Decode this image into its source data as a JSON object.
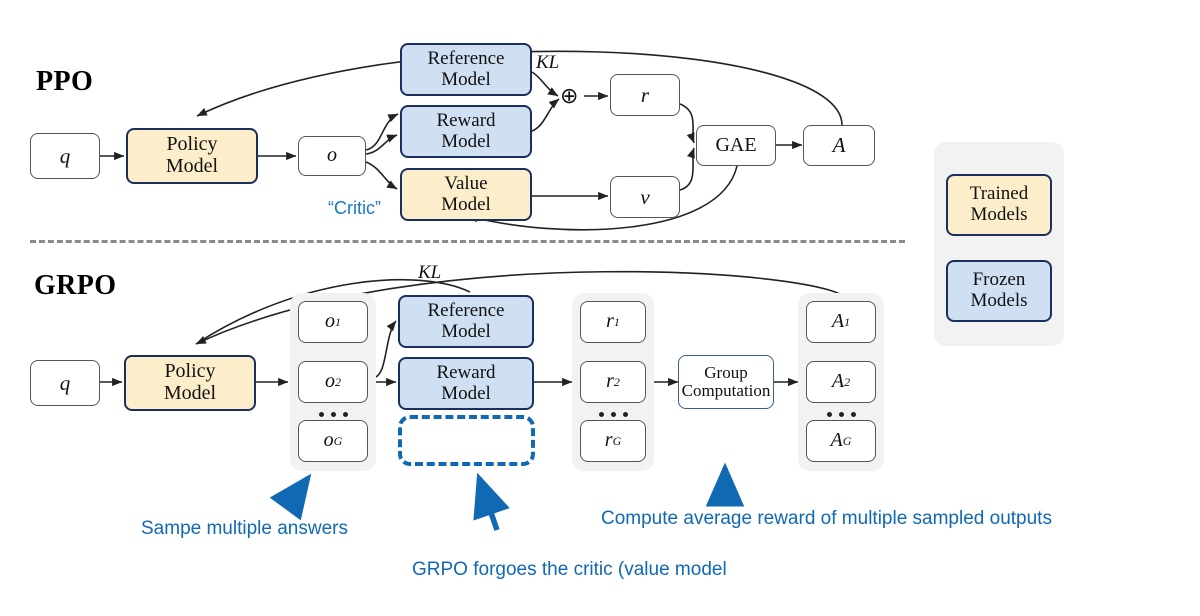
{
  "figure": {
    "title_ppo": "PPO",
    "title_grpo": "GRPO"
  },
  "ppo": {
    "query_box": "q",
    "policy_model": "Policy\nModel",
    "policy_model_l1": "Policy",
    "policy_model_l2": "Model",
    "output_box": "o",
    "reference_model_l1": "Reference",
    "reference_model_l2": "Model",
    "reward_model_l1": "Reward",
    "reward_model_l2": "Model",
    "value_model_l1": "Value",
    "value_model_l2": "Model",
    "critic_label": "“Critic”",
    "kl_label": "KL",
    "plus_symbol": "⊕",
    "reward_box": "r",
    "value_box": "v",
    "gae_box": "GAE",
    "advantage_box": "A"
  },
  "grpo": {
    "query_box": "q",
    "policy_model_l1": "Policy",
    "policy_model_l2": "Model",
    "kl_label": "KL",
    "reference_model_l1": "Reference",
    "reference_model_l2": "Model",
    "reward_model_l1": "Reward",
    "reward_model_l2": "Model",
    "outputs": [
      {
        "base": "o",
        "sub": "1"
      },
      {
        "base": "o",
        "sub": "2"
      },
      {
        "base": "o",
        "sub": "G"
      }
    ],
    "rewards": [
      {
        "base": "r",
        "sub": "1"
      },
      {
        "base": "r",
        "sub": "2"
      },
      {
        "base": "r",
        "sub": "G"
      }
    ],
    "advantages": [
      {
        "base": "A",
        "sub": "1"
      },
      {
        "base": "A",
        "sub": "2"
      },
      {
        "base": "A",
        "sub": "G"
      }
    ],
    "group_computation_l1": "Group",
    "group_computation_l2": "Computation"
  },
  "legend": {
    "trained_l1": "Trained",
    "trained_l2": "Models",
    "frozen_l1": "Frozen",
    "frozen_l2": "Models"
  },
  "annotations": {
    "sample": "Sampe multiple answers",
    "forgoes_critic": "GRPO forgoes the critic (value model",
    "compute_average": "Compute average reward of multiple sampled outputs"
  },
  "colors": {
    "trained_fill": "#fceecb",
    "frozen_fill": "#cfe0f3",
    "box_stroke": "#1b2f5e",
    "annotation_blue": "#1168b3",
    "group_fill": "#f2f2f2",
    "divider": "#8a8a8a"
  }
}
